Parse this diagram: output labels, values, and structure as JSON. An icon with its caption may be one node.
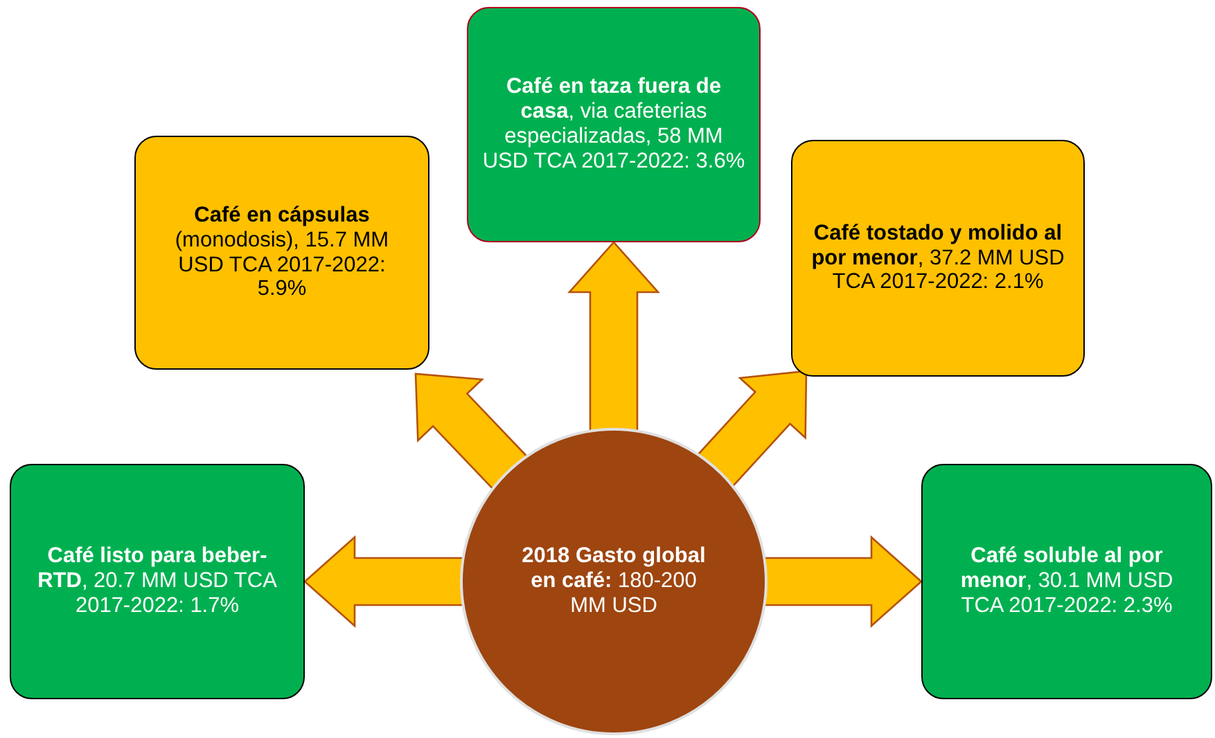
{
  "diagram": {
    "nodes": [
      {
        "text": [
          "**Café en taza fuera de casa**, via cafeterias especializadas, 58 MM USD TCA 2017-2022: 3.6%"
        ]
      },
      {
        "text": [
          "**Café en cápsulas** (monodosis), 15.7 MM USD TCA 2017-2022: 5.9%"
        ]
      },
      {
        "text": [
          "**Café tostado y molido al por menor**, 37.2 MM USD TCA 2017-2022: 2.1%"
        ]
      },
      {
        "text": [
          "**Café listo para beber-RTD**, 20.7 MM USD TCA 2017-2022: 1.7%"
        ]
      },
      {
        "text": [
          "**2018 Gasto global en café:** 180-200 MM USD"
        ]
      },
      {
        "text": [
          "**Café soluble al por menor**, 30.1 MM USD TCA 2017-2022: 2.3%"
        ]
      }
    ],
    "edges": [
      {
        "from": 4,
        "to": 0,
        "arrow": "to"
      },
      {
        "from": 4,
        "to": 1,
        "arrow": "to"
      },
      {
        "from": 4,
        "to": 2,
        "arrow": "to"
      },
      {
        "from": 4,
        "to": 3,
        "arrow": "to"
      },
      {
        "from": 4,
        "to": 5,
        "arrow": "to"
      }
    ]
  }
}
